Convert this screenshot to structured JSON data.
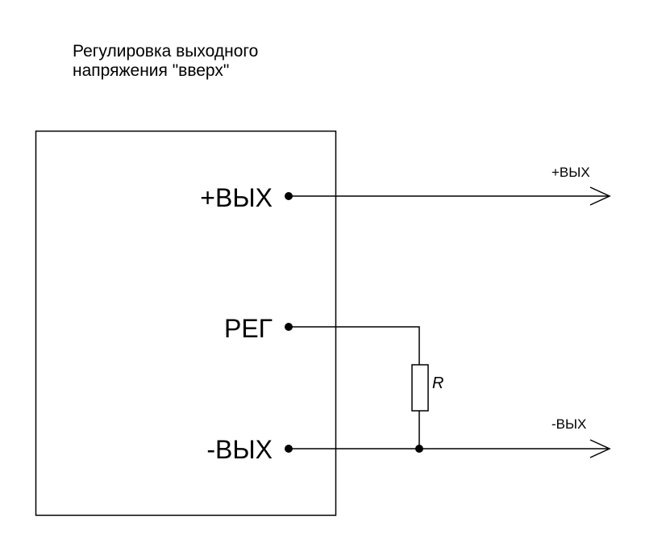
{
  "caption": {
    "line1": "Регулировка выходного",
    "line2": "напряжения \"вверх\""
  },
  "module": {
    "pins": {
      "out_plus": "+ВЫХ",
      "reg": "РЕГ",
      "out_minus": "-ВЫХ"
    }
  },
  "outputs": {
    "plus_label": "+ВЫХ",
    "minus_label": "-ВЫХ"
  },
  "resistor": {
    "label": "R"
  }
}
